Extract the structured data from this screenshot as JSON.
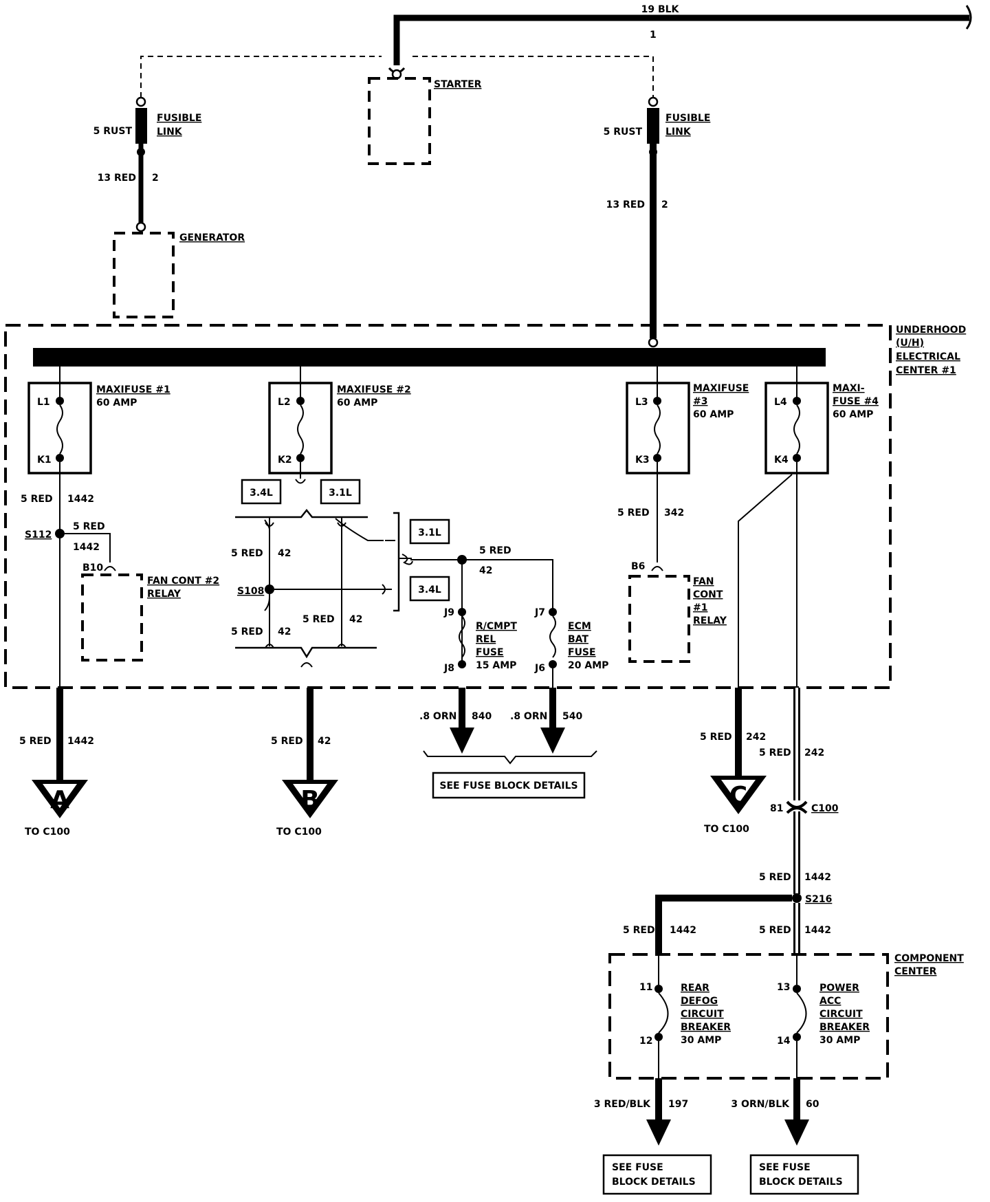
{
  "wires": {
    "battery": {
      "size": "19 BLK",
      "circuit": "1"
    },
    "fl_left_rust": "5 RUST",
    "gen_wire": {
      "size": "13 RED",
      "circuit": "2"
    },
    "fl_right_rust": "5 RUST",
    "uh_feed": {
      "size": "13 RED",
      "circuit": "2"
    },
    "mf1_out": {
      "size": "5 RED",
      "circuit": "1442"
    },
    "s112_branch": {
      "size": "5 RED",
      "circuit": "1442"
    },
    "s108_top": {
      "size": "5 RED",
      "circuit": "42"
    },
    "s108_bot": {
      "size": "5 RED",
      "circuit": "42"
    },
    "s108_mid": {
      "size": "5 RED",
      "circuit": "42"
    },
    "j_feed": {
      "size": "5 RED",
      "circuit": "42"
    },
    "mf3_out": {
      "size": "5 RED",
      "circuit": "342"
    },
    "out_a": {
      "size": "5 RED",
      "circuit": "1442"
    },
    "out_b": {
      "size": "5 RED",
      "circuit": "42"
    },
    "out_j8": {
      "size": ".8 ORN",
      "circuit": "840"
    },
    "out_j6": {
      "size": ".8 ORN",
      "circuit": "540"
    },
    "out_c": {
      "size": "5 RED",
      "circuit": "242"
    },
    "out_mf4": {
      "size": "5 RED",
      "circuit": "242"
    },
    "c100_out": {
      "size": "5 RED",
      "circuit": "1442"
    },
    "s216_left": {
      "size": "5 RED",
      "circuit": "1442"
    },
    "s216_right": {
      "size": "5 RED",
      "circuit": "1442"
    },
    "cb_left_out": {
      "size": "3 RED/BLK",
      "circuit": "197"
    },
    "cb_right_out": {
      "size": "3 ORN/BLK",
      "circuit": "60"
    }
  },
  "components": {
    "starter": "STARTER",
    "generator": "GENERATOR",
    "fusible_link": [
      "FUSIBLE",
      "LINK"
    ],
    "uh_center": [
      "UNDERHOOD",
      "(U/H)",
      "ELECTRICAL",
      "CENTER #1"
    ],
    "component_center": [
      "COMPONENT",
      "CENTER"
    ],
    "fan_cont2": [
      "FAN CONT #2",
      "RELAY"
    ],
    "fan_cont1": [
      "FAN",
      "CONT",
      "#1",
      "RELAY"
    ],
    "maxifuse1": [
      "MAXIFUSE #1",
      "60 AMP"
    ],
    "maxifuse2": [
      "MAXIFUSE #2",
      "60 AMP"
    ],
    "maxifuse3": [
      "MAXIFUSE",
      "#3",
      "60 AMP"
    ],
    "maxifuse4": [
      "MAXI-",
      "FUSE #4",
      "60 AMP"
    ],
    "rcmpt_fuse": [
      "R/CMPT",
      "REL",
      "FUSE",
      "15 AMP"
    ],
    "ecm_fuse": [
      "ECM",
      "BAT",
      "FUSE",
      "20 AMP"
    ],
    "rear_defog_cb": [
      "REAR",
      "DEFOG",
      "CIRCUIT",
      "BREAKER",
      "30 AMP"
    ],
    "power_acc_cb": [
      "POWER",
      "ACC",
      "CIRCUIT",
      "BREAKER",
      "30 AMP"
    ]
  },
  "pins": {
    "l1": "L1",
    "k1": "K1",
    "l2": "L2",
    "k2": "K2",
    "l3": "L3",
    "k3": "K3",
    "l4": "L4",
    "k4": "K4",
    "b10": "B10",
    "b6": "B6",
    "j9": "J9",
    "j8": "J8",
    "j7": "J7",
    "j6": "J6",
    "p11": "11",
    "p12": "12",
    "p13": "13",
    "p14": "14",
    "p81": "81"
  },
  "splices": {
    "s112": "S112",
    "s108": "S108",
    "s216": "S216"
  },
  "engine_tags": {
    "t34a": "3.4L",
    "t31a": "3.1L",
    "t31b": "3.1L",
    "t34b": "3.4L"
  },
  "connectors": {
    "a": "A",
    "b": "B",
    "c": "C",
    "to_c100_a": "TO C100",
    "to_c100_b": "TO C100",
    "to_c100_c": "TO C100",
    "c100": "C100"
  },
  "notes": {
    "see_fuse_block": "SEE FUSE BLOCK DETAILS",
    "see_fuse_left": [
      "SEE FUSE",
      "BLOCK DETAILS"
    ],
    "see_fuse_right": [
      "SEE FUSE",
      "BLOCK DETAILS"
    ]
  }
}
